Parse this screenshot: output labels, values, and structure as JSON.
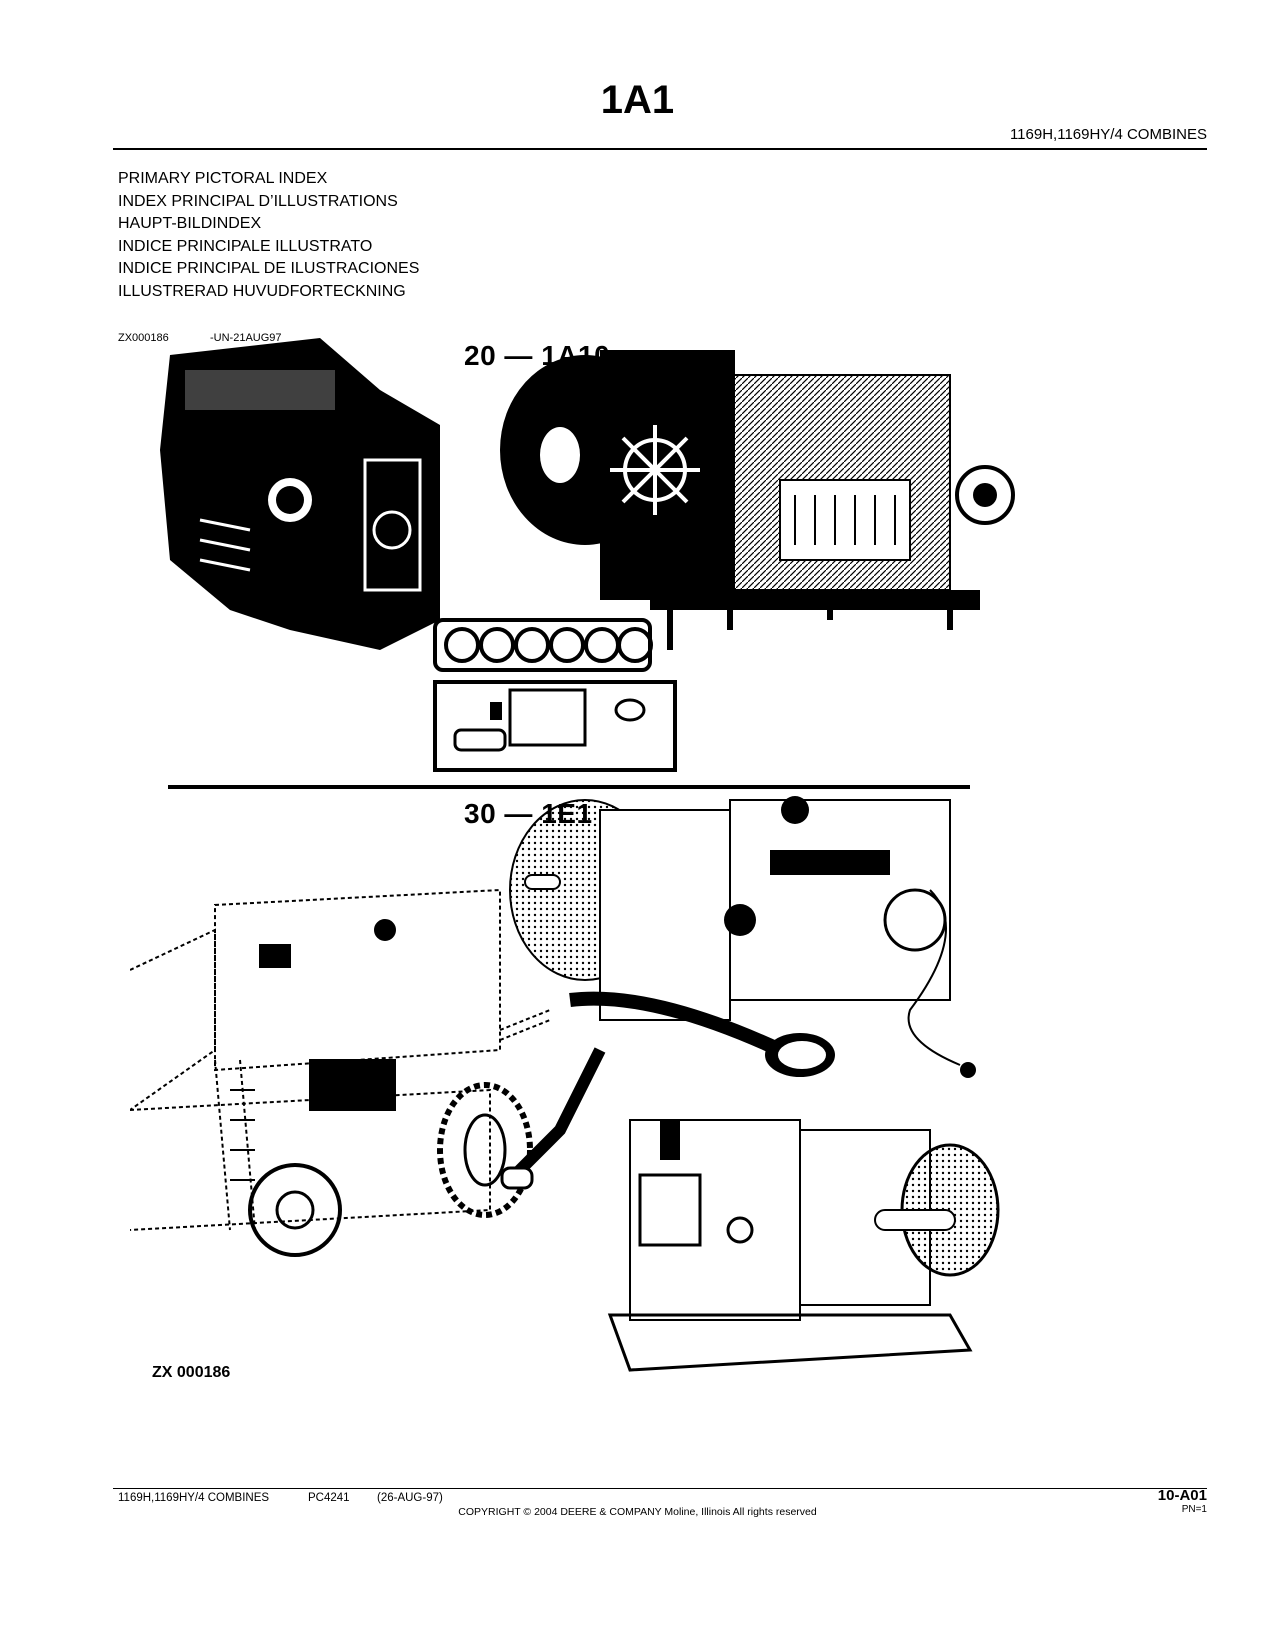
{
  "header": {
    "title": "1A1",
    "subtitle": "1169H,1169HY/4 COMBINES"
  },
  "index_titles": [
    "PRIMARY PICTORAL INDEX",
    "INDEX PRINCIPAL D’ILLUSTRATIONS",
    "HAUPT-BILDINDEX",
    "INDICE PRINCIPALE ILLUSTRATO",
    "INDICE PRINCIPAL DE ILUSTRACIONES",
    "ILLUSTRERAD HUVUDFORTECKNING"
  ],
  "image_ref": {
    "code": "ZX000186",
    "date": "-UN-21AUG97"
  },
  "figure": {
    "callout_top": "20 — 1A10",
    "callout_bottom": "30 — 1E1",
    "figure_id": "ZX 000186"
  },
  "footer": {
    "model": "1169H,1169HY/4 COMBINES",
    "catalog": "PC4241",
    "date": "(26-AUG-97)",
    "copyright": "COPYRIGHT © 2004   DEERE & COMPANY   Moline, Illinois   All rights reserved",
    "page": "10-A01",
    "pn": "PN=1"
  }
}
